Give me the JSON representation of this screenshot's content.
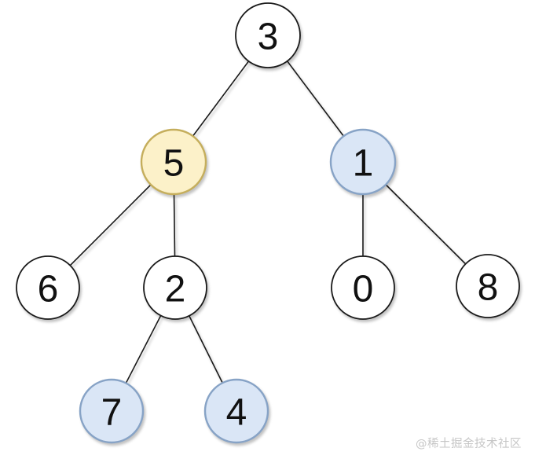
{
  "diagram": {
    "type": "binary-tree",
    "nodes": [
      {
        "value": "3",
        "variant": "default",
        "role": "root"
      },
      {
        "value": "5",
        "variant": "yellow-highlight",
        "parent": "3"
      },
      {
        "value": "1",
        "variant": "blue-highlight",
        "parent": "3"
      },
      {
        "value": "6",
        "variant": "default",
        "parent": "5"
      },
      {
        "value": "2",
        "variant": "default",
        "parent": "5"
      },
      {
        "value": "0",
        "variant": "default",
        "parent": "1"
      },
      {
        "value": "8",
        "variant": "default",
        "parent": "1"
      },
      {
        "value": "7",
        "variant": "blue-highlight",
        "parent": "2"
      },
      {
        "value": "4",
        "variant": "blue-highlight",
        "parent": "2"
      }
    ],
    "edges": [
      {
        "from": "3",
        "to": "5"
      },
      {
        "from": "3",
        "to": "1"
      },
      {
        "from": "5",
        "to": "6"
      },
      {
        "from": "5",
        "to": "2"
      },
      {
        "from": "1",
        "to": "0"
      },
      {
        "from": "1",
        "to": "8"
      },
      {
        "from": "2",
        "to": "7"
      },
      {
        "from": "2",
        "to": "4"
      }
    ],
    "colors": {
      "node_default_fill": "#ffffff",
      "node_default_border": "#1a1a1a",
      "node_yellow_fill": "#fcf1c9",
      "node_yellow_border": "#c5ae5c",
      "node_blue_fill": "#dae6f6",
      "node_blue_border": "#87a3c6",
      "edge": "#1a1a1a",
      "label": "#111111",
      "watermark": "#c6c6c6"
    }
  },
  "watermark": {
    "text": "@稀土掘金技术社区"
  }
}
